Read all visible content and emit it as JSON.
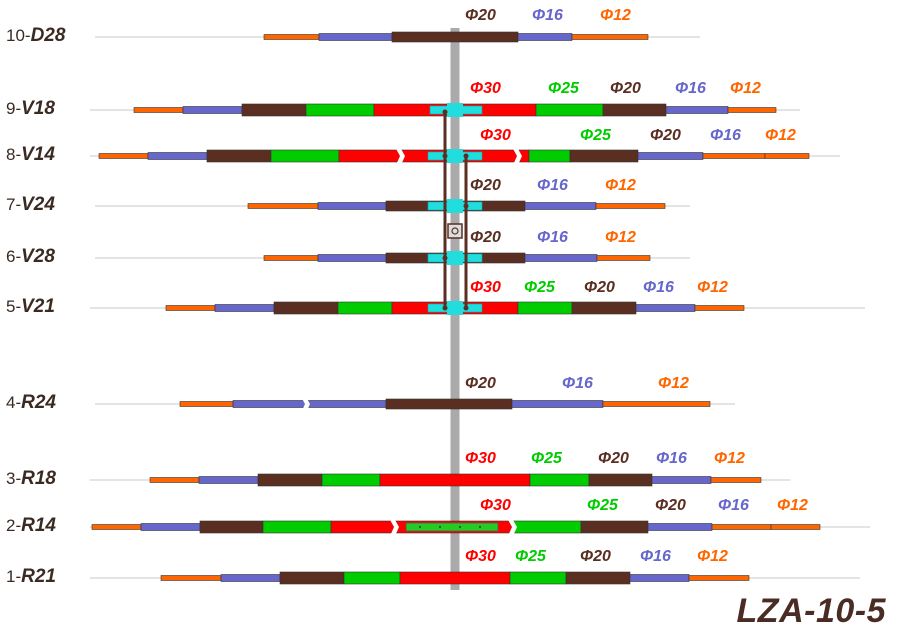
{
  "title": "LZA-10-5",
  "colors": {
    "d30": "#ff0000",
    "d25": "#00cc00",
    "d20": "#5a2f22",
    "d16": "#6666cc",
    "d12": "#ff6600",
    "boom": "#aaaaaa",
    "clamp": "#22dddd"
  },
  "elements": [
    {
      "num": "10-",
      "name": "D28",
      "diams": [
        "Φ20",
        "Φ16",
        "Φ12"
      ]
    },
    {
      "num": "9-",
      "name": "V18",
      "diams": [
        "Φ30",
        "Φ25",
        "Φ20",
        "Φ16",
        "Φ12"
      ]
    },
    {
      "num": "8-",
      "name": "V14",
      "diams": [
        "Φ30",
        "Φ25",
        "Φ20",
        "Φ16",
        "Φ12"
      ]
    },
    {
      "num": "7-",
      "name": "V24",
      "diams": [
        "Φ20",
        "Φ16",
        "Φ12"
      ]
    },
    {
      "num": "6-",
      "name": "V28",
      "diams": [
        "Φ20",
        "Φ16",
        "Φ12"
      ]
    },
    {
      "num": "5-",
      "name": "V21",
      "diams": [
        "Φ30",
        "Φ25",
        "Φ20",
        "Φ16",
        "Φ12"
      ]
    },
    {
      "num": "4-",
      "name": "R24",
      "diams": [
        "Φ20",
        "Φ16",
        "Φ12"
      ]
    },
    {
      "num": "3-",
      "name": "R18",
      "diams": [
        "Φ30",
        "Φ25",
        "Φ20",
        "Φ16",
        "Φ12"
      ]
    },
    {
      "num": "2-",
      "name": "R14",
      "diams": [
        "Φ30",
        "Φ25",
        "Φ20",
        "Φ16",
        "Φ12"
      ]
    },
    {
      "num": "1-",
      "name": "R21",
      "diams": [
        "Φ30",
        "Φ25",
        "Φ20",
        "Φ16",
        "Φ12"
      ]
    }
  ]
}
